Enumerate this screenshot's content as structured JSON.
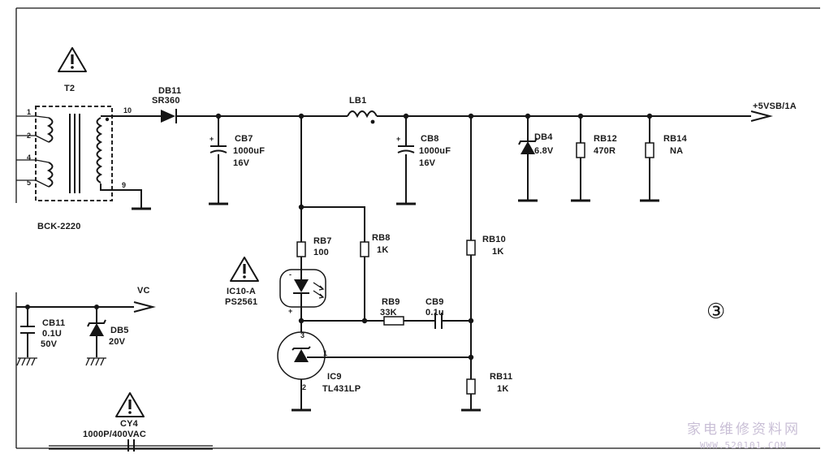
{
  "title": {},
  "labels": {
    "t2": "T2",
    "t2_pin1": "1",
    "t2_pin2": "2",
    "t2_pin4": "4",
    "t2_pin5": "5",
    "t2_pin10": "10",
    "t2_pin9": "9",
    "t2_part": "BCK-2220",
    "db11_name": "DB11",
    "db11_value": "SR360",
    "lb1": "LB1",
    "cb7_name": "CB7",
    "cb7_cap": "1000uF",
    "cb7_volt": "16V",
    "cb8_name": "CB8",
    "cb8_cap": "1000uF",
    "cb8_volt": "16V",
    "db4_name": "DB4",
    "db4_value": "6.8V",
    "rb12_name": "RB12",
    "rb12_value": "470R",
    "rb14_name": "RB14",
    "rb14_value": "NA",
    "output": "+5VSB/1A",
    "rb7_name": "RB7",
    "rb7_value": "100",
    "rb8_name": "RB8",
    "rb8_value": "1K",
    "rb10_name": "RB10",
    "rb10_value": "1K",
    "ic10_name": "IC10-A",
    "ic10_part": "PS2561",
    "rb9_name": "RB9",
    "rb9_value": "33K",
    "cb9_name": "CB9",
    "cb9_value": "0.1u",
    "ic9_name": "IC9",
    "ic9_part": "TL431LP",
    "ic9_pin3": "3",
    "ic9_pin1": "1",
    "ic9_pin2": "2",
    "rb11_name": "RB11",
    "rb11_value": "1K",
    "vc": "VC",
    "cb11_name": "CB11",
    "cb11_cap": "0.1U",
    "cb11_volt": "50V",
    "db5_name": "DB5",
    "db5_value": "20V",
    "cy4_name": "CY4",
    "cy4_value": "1000P/400VAC",
    "circle_number": "③",
    "watermark_cn": "家电维修资料网",
    "watermark_url": "WWW.520101.COM"
  },
  "icons": [
    "warning-triangle-icon"
  ],
  "colors": {
    "ink": "#151515",
    "paper": "#ffffff",
    "watermark": "#c9bfd6"
  }
}
